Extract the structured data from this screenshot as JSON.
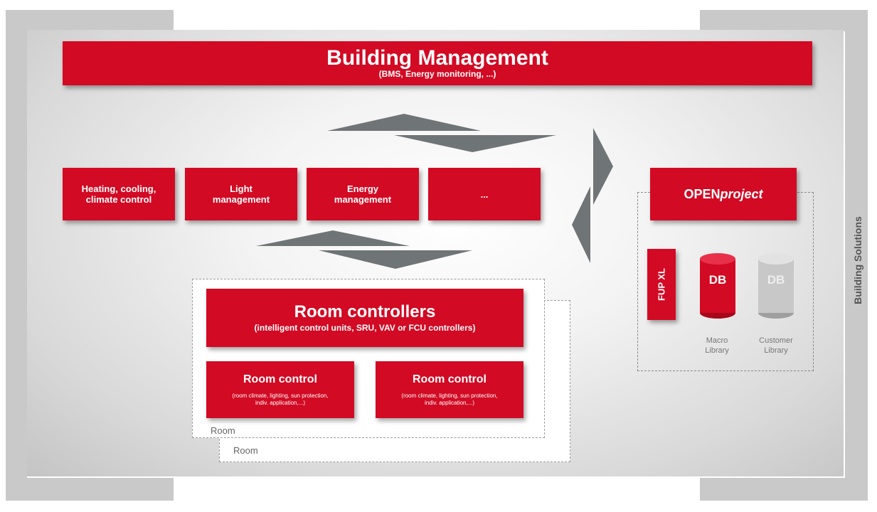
{
  "building_management": {
    "title": "Building Management",
    "subtitle": "(BMS, Energy monitoring, ...)"
  },
  "modules": [
    {
      "label": "Heating, cooling, climate control"
    },
    {
      "label": "Light management"
    },
    {
      "label": "Energy management"
    },
    {
      "label": "..."
    }
  ],
  "room_controllers": {
    "title": "Room controllers",
    "subtitle": "(intelligent control units, SRU, VAV or FCU controllers)"
  },
  "room_controls": [
    {
      "title": "Room control",
      "subtitle": "(room climate, lighting, sun protection, indiv. application,...)"
    },
    {
      "title": "Room control",
      "subtitle": "(room climate, lighting, sun protection, indiv. application,...)"
    }
  ],
  "room_labels": [
    "Room",
    "Room"
  ],
  "openproject": {
    "prefix": "OPEN",
    "suffix": "project"
  },
  "fup": "FUP XL",
  "databases": [
    {
      "label": "DB",
      "library": "Macro Library",
      "color": "#d20a24"
    },
    {
      "label": "DB",
      "library": "Customer Library",
      "color": "#c8c8c8"
    }
  ],
  "side_label": "Building Solutions",
  "colors": {
    "accent": "#d20a24",
    "arrow": "#6f7476",
    "frame": "#c9c9c9"
  }
}
